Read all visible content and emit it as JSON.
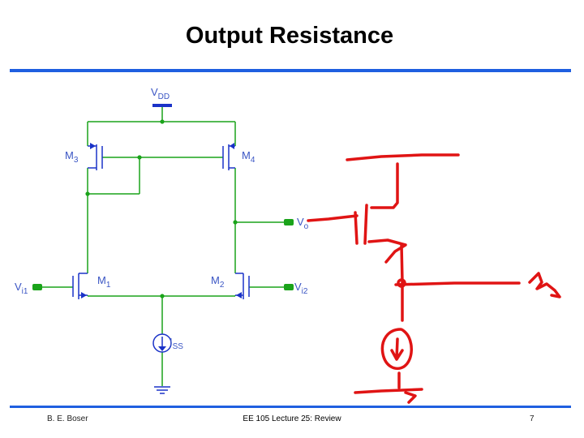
{
  "slide": {
    "title": "Output Resistance",
    "footer_left": "B. E. Boser",
    "footer_center": "EE 105 Lecture 25: Review",
    "footer_right": "7"
  },
  "labels": {
    "vdd": {
      "main": "V",
      "sub": "DD"
    },
    "m3": {
      "main": "M",
      "sub": "3"
    },
    "m4": {
      "main": "M",
      "sub": "4"
    },
    "m1": {
      "main": "M",
      "sub": "1"
    },
    "m2": {
      "main": "M",
      "sub": "2"
    },
    "vo": {
      "main": "V",
      "sub": "o"
    },
    "vi1": {
      "main": "V",
      "sub": "i1"
    },
    "vi2": {
      "main": "V",
      "sub": "i2"
    },
    "iss": {
      "main": "I",
      "sub": "SS"
    }
  },
  "colors": {
    "wire": "#1aa31a",
    "device": "#1a32c8",
    "label": "#3a55c4",
    "terminal": "#1aa31a",
    "ink": "#e01414",
    "rule": "#1f5fe0"
  }
}
